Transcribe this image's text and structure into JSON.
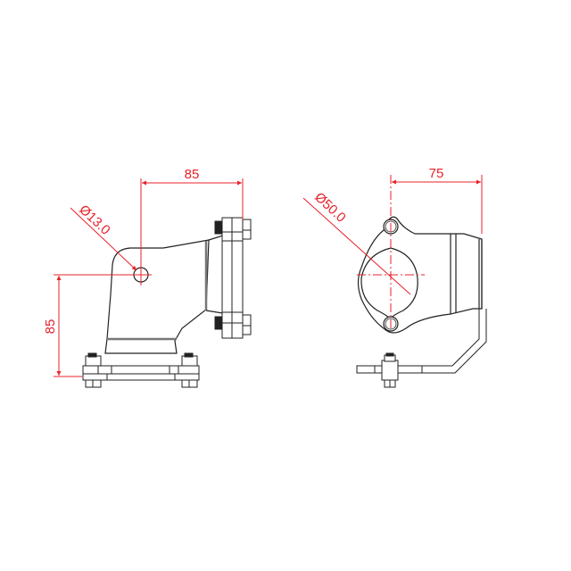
{
  "drawing": {
    "views": [
      {
        "name": "side-view",
        "dimensions": {
          "horizontal": "85",
          "vertical": "85",
          "hole_diameter": "Ø13.0"
        }
      },
      {
        "name": "front-view",
        "dimensions": {
          "horizontal": "75",
          "tube_diameter": "Ø50.0"
        }
      }
    ],
    "colors": {
      "outline": "#222222",
      "dimension": "#e8202a",
      "background": "#ffffff"
    }
  }
}
